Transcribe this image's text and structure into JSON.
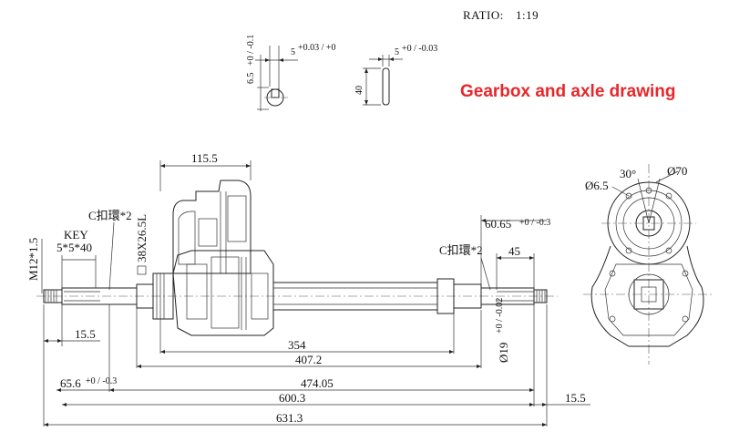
{
  "header": {
    "ratio_label": "RATIO:",
    "ratio_value": "1:19",
    "title": "Gearbox and axle drawing"
  },
  "key_detail": {
    "width_label": "5",
    "width_tol": "+0.03 / +0",
    "height_label": "6.5",
    "height_tol": "+0 / -0.1"
  },
  "key_profile": {
    "length_label": "40",
    "width_label": "5",
    "width_tol": "+0 / -0.03"
  },
  "front_view": {
    "housing_width": "115.5",
    "clip_left": "C扣環*2",
    "clip_right": "C扣環*2",
    "bearing_label": "38X26.5L",
    "thread_label": "M12*1.5",
    "key_title": "KEY",
    "key_size": "5*5*40",
    "right_offset": "60.65",
    "right_offset_tol": "+0 / -0.3",
    "right_key_len": "45",
    "shaft_dia": "Ø19",
    "shaft_dia_tol": "+0 / -0.02",
    "left_end": "15.5",
    "len_354": "354",
    "len_407": "407.2",
    "len_474": "474.05",
    "len_65": "65.6",
    "len_65_tol": "+0 / -0.3",
    "len_600": "600.3",
    "len_631": "631.3",
    "right_end": "15.5"
  },
  "side_view": {
    "angle": "30°",
    "bolt_circle": "Ø70",
    "hole_dia": "Ø6.5"
  }
}
